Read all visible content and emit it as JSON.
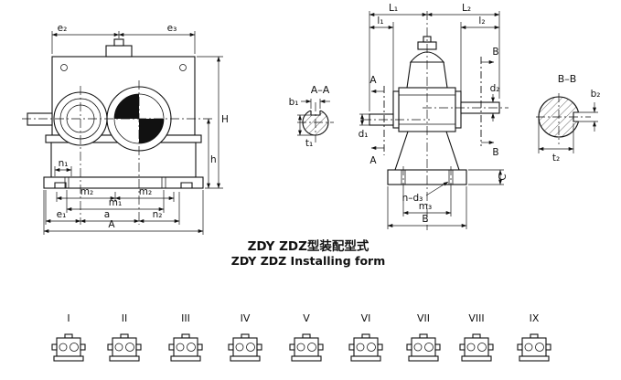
{
  "caption": {
    "title_cn": "ZDY ZDZ型装配型式",
    "title_en": "ZDY ZDZ Installing form"
  },
  "front_view": {
    "e2": "e₂",
    "e3": "e₃",
    "H": "H",
    "h": "h",
    "n1": "n₁",
    "m2_left": "m₂",
    "m2_right": "m₂",
    "m1": "m₁",
    "e1": "e₁",
    "a": "a",
    "n2": "n₂",
    "A": "A"
  },
  "section_aa": {
    "title": "A–A",
    "b1": "b₁",
    "t1": "t₁"
  },
  "side_view": {
    "L1": "L₁",
    "L2": "L₂",
    "l1": "l₁",
    "l2": "l₂",
    "cut_a_top": "A",
    "cut_a_bottom": "A",
    "cut_b_top": "B",
    "cut_b_bottom": "B",
    "d1": "d₁",
    "d2": "d₂",
    "C": "C",
    "n_d3": "n–d₃",
    "m3": "m₃",
    "B": "B"
  },
  "section_bb": {
    "title": "B–B",
    "b2": "b₂",
    "t2": "t₂"
  },
  "forms": {
    "items": [
      {
        "label": "I"
      },
      {
        "label": "II"
      },
      {
        "label": "III"
      },
      {
        "label": "IV"
      },
      {
        "label": "V"
      },
      {
        "label": "VI"
      },
      {
        "label": "VII"
      },
      {
        "label": "VIII"
      },
      {
        "label": "IX"
      }
    ]
  }
}
